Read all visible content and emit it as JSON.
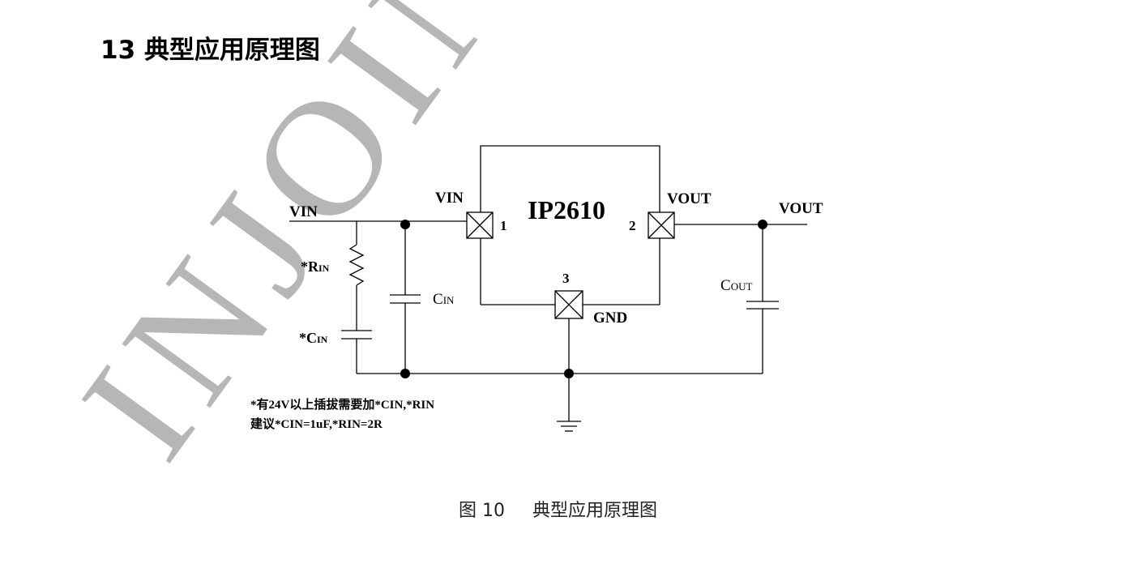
{
  "heading": {
    "number": "13",
    "title": "典型应用原理图"
  },
  "watermark": "INJOINIC",
  "chip": {
    "name": "IP2610",
    "pin1": {
      "number": "1",
      "label": "VIN"
    },
    "pin2": {
      "number": "2",
      "label": "VOUT"
    },
    "pin3": {
      "number": "3",
      "label": "GND"
    }
  },
  "nets": {
    "vin": "VIN",
    "vout": "VOUT"
  },
  "components": {
    "rin": {
      "prefix": "*R",
      "sub": "IN"
    },
    "cin_opt": {
      "prefix": "*C",
      "sub": "IN"
    },
    "cin": {
      "prefix": "C",
      "sub": "IN"
    },
    "cout": {
      "prefix": "C",
      "sub": "OUT"
    }
  },
  "note": {
    "line1": "*有24V以上插拔需要加*CIN,*RIN",
    "line2": "建议*CIN=1uF,*RIN=2R"
  },
  "caption": {
    "figure": "图 10",
    "title": "典型应用原理图"
  },
  "colors": {
    "ink": "#000000",
    "watermark": "#9e9e9e"
  }
}
